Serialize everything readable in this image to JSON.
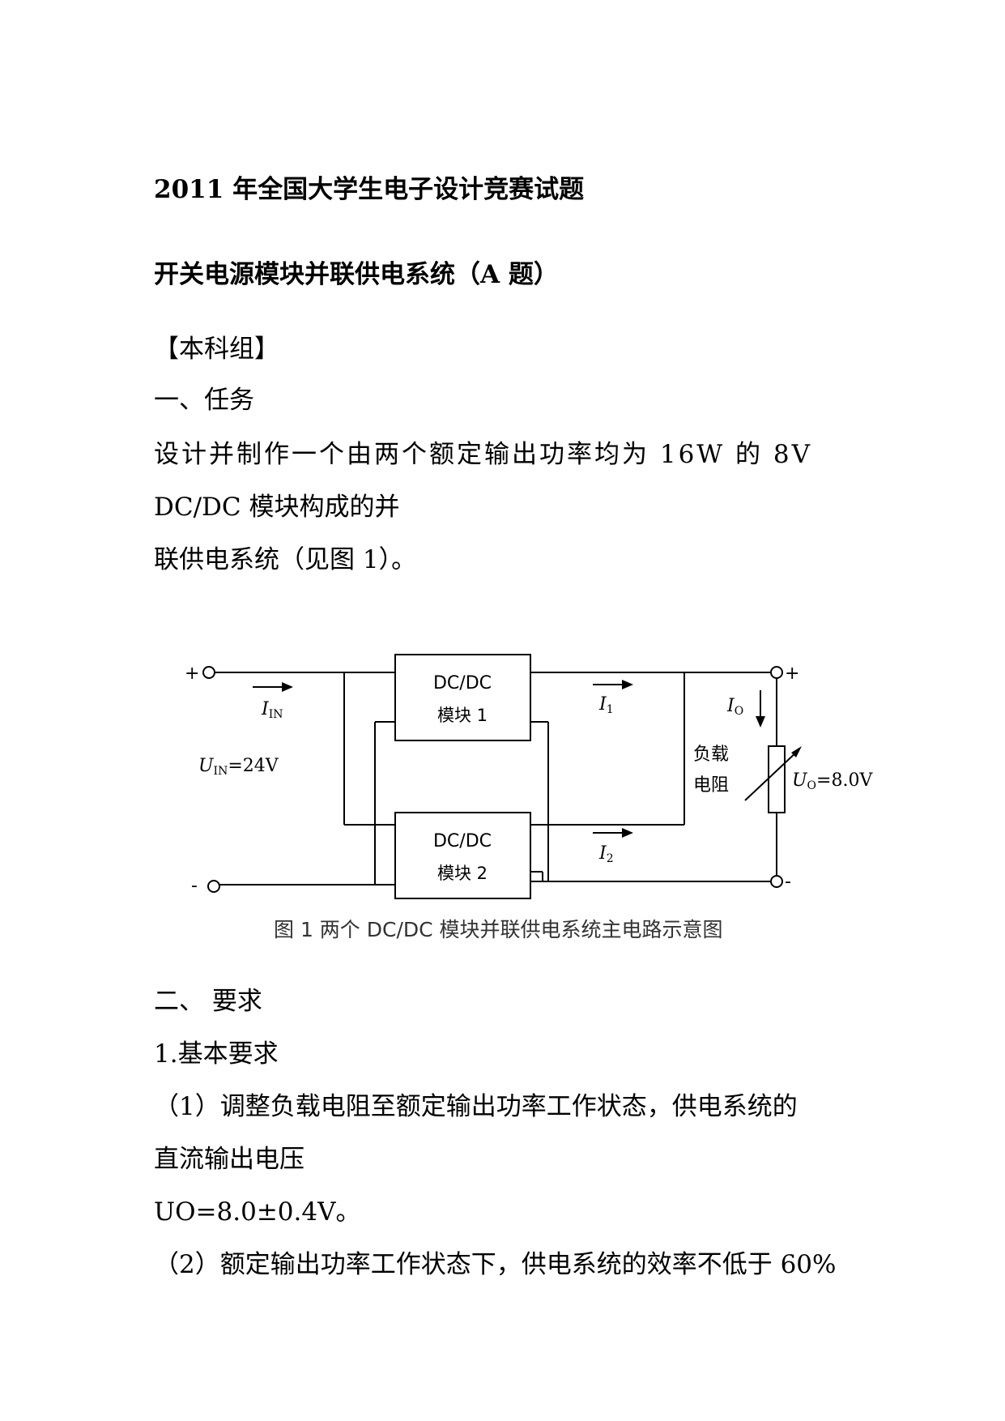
{
  "header": {
    "title": "2011 年全国大学生电子设计竞赛试题",
    "subtitle": "开关电源模块并联供电系统（A 题）"
  },
  "section_tag": "【本科组】",
  "task": {
    "heading": "一、任务",
    "lines": [
      "设计并制作一个由两个额定输出功率均为 16W 的 8V",
      "DC/DC 模块构成的并",
      "联供电系统（见图 1）。"
    ]
  },
  "figure": {
    "caption": "图 1 两个 DC/DC 模块并联供电系统主电路示意图",
    "labels": {
      "plus_in": "+",
      "minus_in": "-",
      "plus_out": "+",
      "minus_out": "-",
      "i_in": "I",
      "i_in_sub": "IN",
      "u_in": "U",
      "u_in_sub": "IN",
      "u_in_value": "=24V",
      "module1_line1": "DC/DC",
      "module1_line2": "模块 1",
      "module2_line1": "DC/DC",
      "module2_line2": "模块 2",
      "i1": "I",
      "i1_sub": "1",
      "i2": "I",
      "i2_sub": "2",
      "io": "I",
      "io_sub": "O",
      "load_line1": "负载",
      "load_line2": "电阻",
      "uo": "U",
      "uo_sub": "O",
      "uo_value": "=8.0V"
    }
  },
  "requirements": {
    "heading": "二、  要求",
    "basic_heading": "1.基本要求",
    "item1_line1": "（1）调整负载电阻至额定输出功率工作状态，供电系统的",
    "item1_line2": "直流输出电压",
    "item1_line3": "UO=8.0±0.4V。",
    "item2": "（2）额定输出功率工作状态下，供电系统的效率不低于 60%"
  }
}
